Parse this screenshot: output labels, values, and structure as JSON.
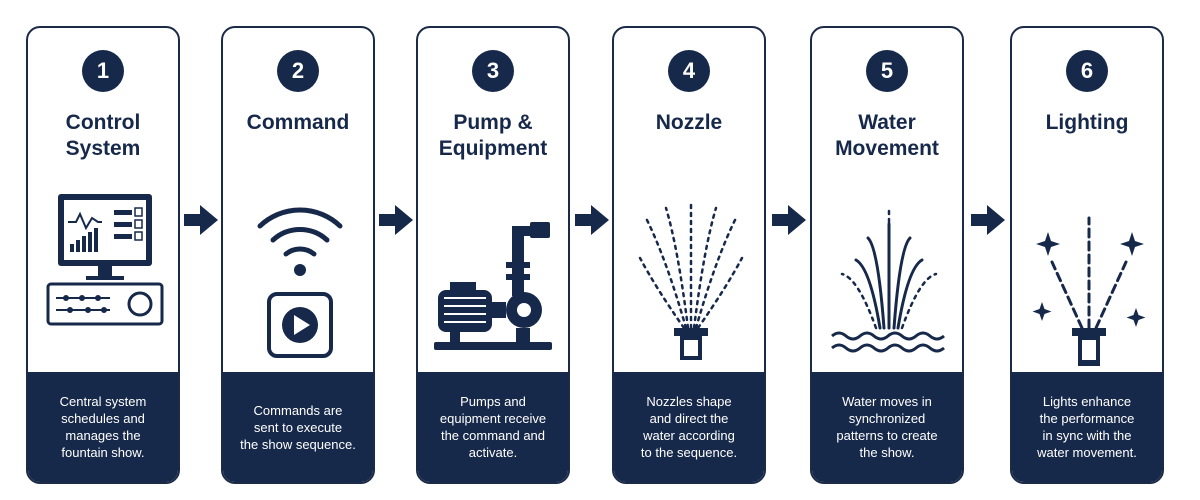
{
  "steps": [
    {
      "number": "1",
      "title": "Control\nSystem",
      "description": "Central system\nschedules and\nmanages the\nfountain show.",
      "icon": "control-panel-icon"
    },
    {
      "number": "2",
      "title": "Command",
      "description": "Commands are\nsent to execute\nthe show sequence.",
      "icon": "wireless-command-icon"
    },
    {
      "number": "3",
      "title": "Pump &\nEquipment",
      "description": "Pumps and\nequipment receive\nthe command and\nactivate.",
      "icon": "pump-icon"
    },
    {
      "number": "4",
      "title": "Nozzle",
      "description": "Nozzles shape\nand direct the\nwater according\nto the sequence.",
      "icon": "nozzle-icon"
    },
    {
      "number": "5",
      "title": "Water\nMovement",
      "description": "Water moves in\nsynchronized\npatterns to create\nthe show.",
      "icon": "water-movement-icon"
    },
    {
      "number": "6",
      "title": "Lighting",
      "description": "Lights enhance\nthe performance\nin sync with the\nwater movement.",
      "icon": "lighting-icon"
    }
  ],
  "colors": {
    "navy": "#17294a",
    "border": "#1b2a47",
    "background": "#ffffff"
  }
}
